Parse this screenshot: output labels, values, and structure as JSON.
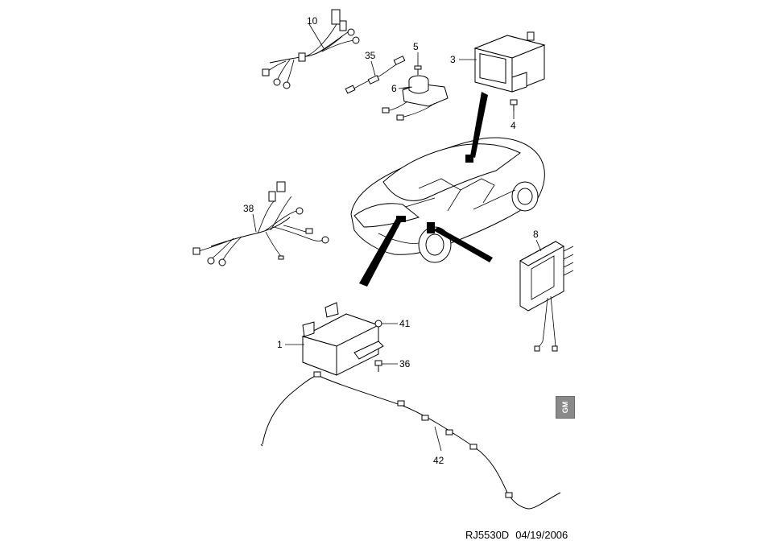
{
  "callouts": {
    "c10": "10",
    "c35": "35",
    "c5": "5",
    "c3": "3",
    "c6": "6",
    "c4": "4",
    "c38": "38",
    "c8": "8",
    "c41": "41",
    "c1": "1",
    "c36": "36",
    "c42": "42"
  },
  "reference": {
    "code": "RJ5530D",
    "date": "04/19/2006"
  },
  "logo": {
    "text": "GM",
    "color": "#8a8a8a"
  }
}
